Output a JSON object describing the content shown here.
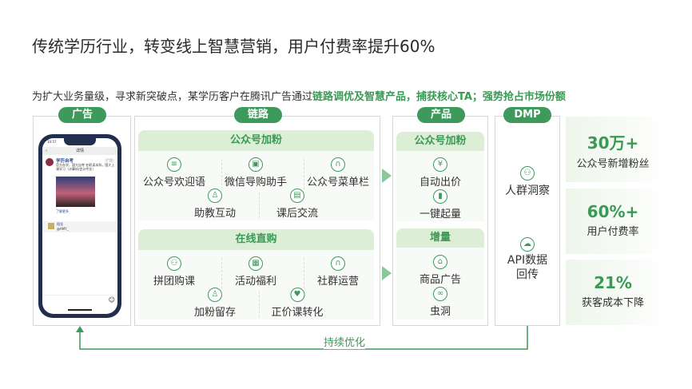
{
  "title": "传统学历行业，转变线上智慧营销，用户付费率提升60%",
  "subtitle": {
    "plain": "为扩大业务量级，寻求新突破点，某学历客户在腾讯广告通过",
    "highlight": "链路调优及智慧产品，捕获核心TA；强势抢占市场份额"
  },
  "ad": {
    "label": "广告",
    "phone": {
      "time": "10:57",
      "header": "详情",
      "account": "学历自考",
      "tag": "广告",
      "text": "官方办学，国大自考 在职读本科，国大上课学习（计算机/会计专业）",
      "more": "了解更多",
      "comment_name": "翔龙",
      "comment_text": "@AMY_"
    }
  },
  "link": {
    "label": "链路",
    "panels": [
      {
        "title": "公众号加粉",
        "items": [
          {
            "label": "公众号欢迎语",
            "icon": "list-icon"
          },
          {
            "label": "微信导购助手",
            "icon": "guide-icon"
          },
          {
            "label": "公众号菜单栏",
            "icon": "headset-icon"
          },
          {
            "label": "助教互动",
            "icon": "teacher-icon"
          },
          {
            "label": "课后交流",
            "icon": "chat-icon"
          }
        ]
      },
      {
        "title": "在线直购",
        "items": [
          {
            "label": "拼团购课",
            "icon": "group-icon"
          },
          {
            "label": "活动福利",
            "icon": "gift-icon"
          },
          {
            "label": "社群运营",
            "icon": "headset-icon"
          },
          {
            "label": "加粉留存",
            "icon": "user-icon"
          },
          {
            "label": "正价课转化",
            "icon": "handshake-icon"
          }
        ]
      }
    ]
  },
  "product": {
    "label": "产品",
    "panels": [
      {
        "title": "公众号加粉",
        "items": [
          {
            "label": "自动出价",
            "icon": "yuan-icon"
          },
          {
            "label": "一键起量",
            "icon": "bar-chart-icon"
          }
        ]
      },
      {
        "title": "增量",
        "items": [
          {
            "label": "商品广告",
            "icon": "bag-icon"
          },
          {
            "label": "虫洞",
            "icon": "wormhole-icon"
          }
        ]
      }
    ]
  },
  "dmp": {
    "label": "DMP",
    "items": [
      {
        "label": "人群洞察",
        "icon": "people-icon"
      },
      {
        "label": "API数据回传",
        "icon": "cloud-icon"
      }
    ]
  },
  "stats": [
    {
      "value": "30万+",
      "label": "公众号新增粉丝"
    },
    {
      "value": "60%+",
      "label": "用户付费率"
    },
    {
      "value": "21%",
      "label": "获客成本下降"
    }
  ],
  "loop_label": "持续优化",
  "colors": {
    "accent": "#3d9a5b",
    "panel_header": "#dcefd6",
    "phone_frame": "#222e4e"
  }
}
